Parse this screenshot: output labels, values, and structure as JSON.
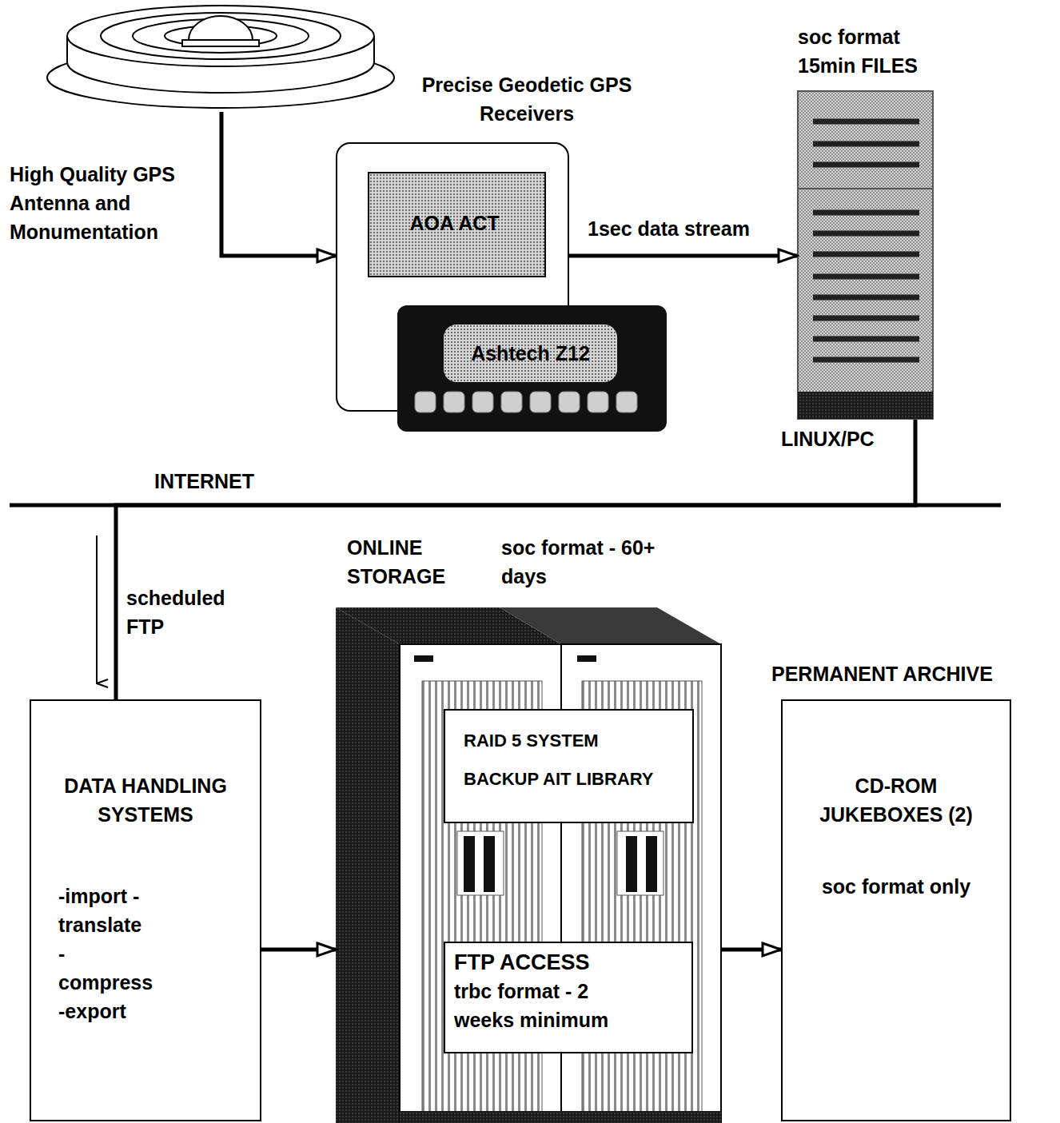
{
  "diagram": {
    "nodes": [
      {
        "text": [
          "High Quality GPS Antenna and Monumentation"
        ]
      },
      {
        "text": [
          "Precise Geodetic GPS Receivers"
        ]
      },
      {
        "text": [
          "AOA ACT"
        ],
        "in": 1
      },
      {
        "text": [
          "Ashtech Z12"
        ],
        "in": 1
      },
      {
        "text": [
          "soc format 15min FILES",
          "LINUX/PC"
        ]
      },
      {
        "text": [
          "DATA HANDLING SYSTEMS",
          "-import -translate -compress -export"
        ]
      },
      {
        "text": [
          "ONLINE STORAGE",
          "soc format - 60+ days"
        ]
      },
      {
        "text": [
          "RAID 5 SYSTEM",
          "BACKUP AIT LIBRARY"
        ],
        "in": 6
      },
      {
        "text": [
          "FTP ACCESS",
          "trbc format - 2 weeks minimum"
        ],
        "in": 6
      },
      {
        "text": [
          "PERMANENT ARCHIVE",
          "CD-ROM JUKEBOXES (2)",
          "soc format only"
        ]
      }
    ],
    "edges": [
      {
        "from": 0,
        "to": 1,
        "arrow": "to"
      },
      {
        "from": 1,
        "to": 4,
        "label": "1sec data stream",
        "arrow": "to"
      },
      {
        "from": 4,
        "to": 5,
        "label": "scheduled FTP",
        "arrow": "none"
      },
      {
        "from": 5,
        "to": 6,
        "arrow": "to"
      },
      {
        "from": 6,
        "to": 9,
        "arrow": "to"
      }
    ],
    "labels": [
      "INTERNET"
    ]
  }
}
